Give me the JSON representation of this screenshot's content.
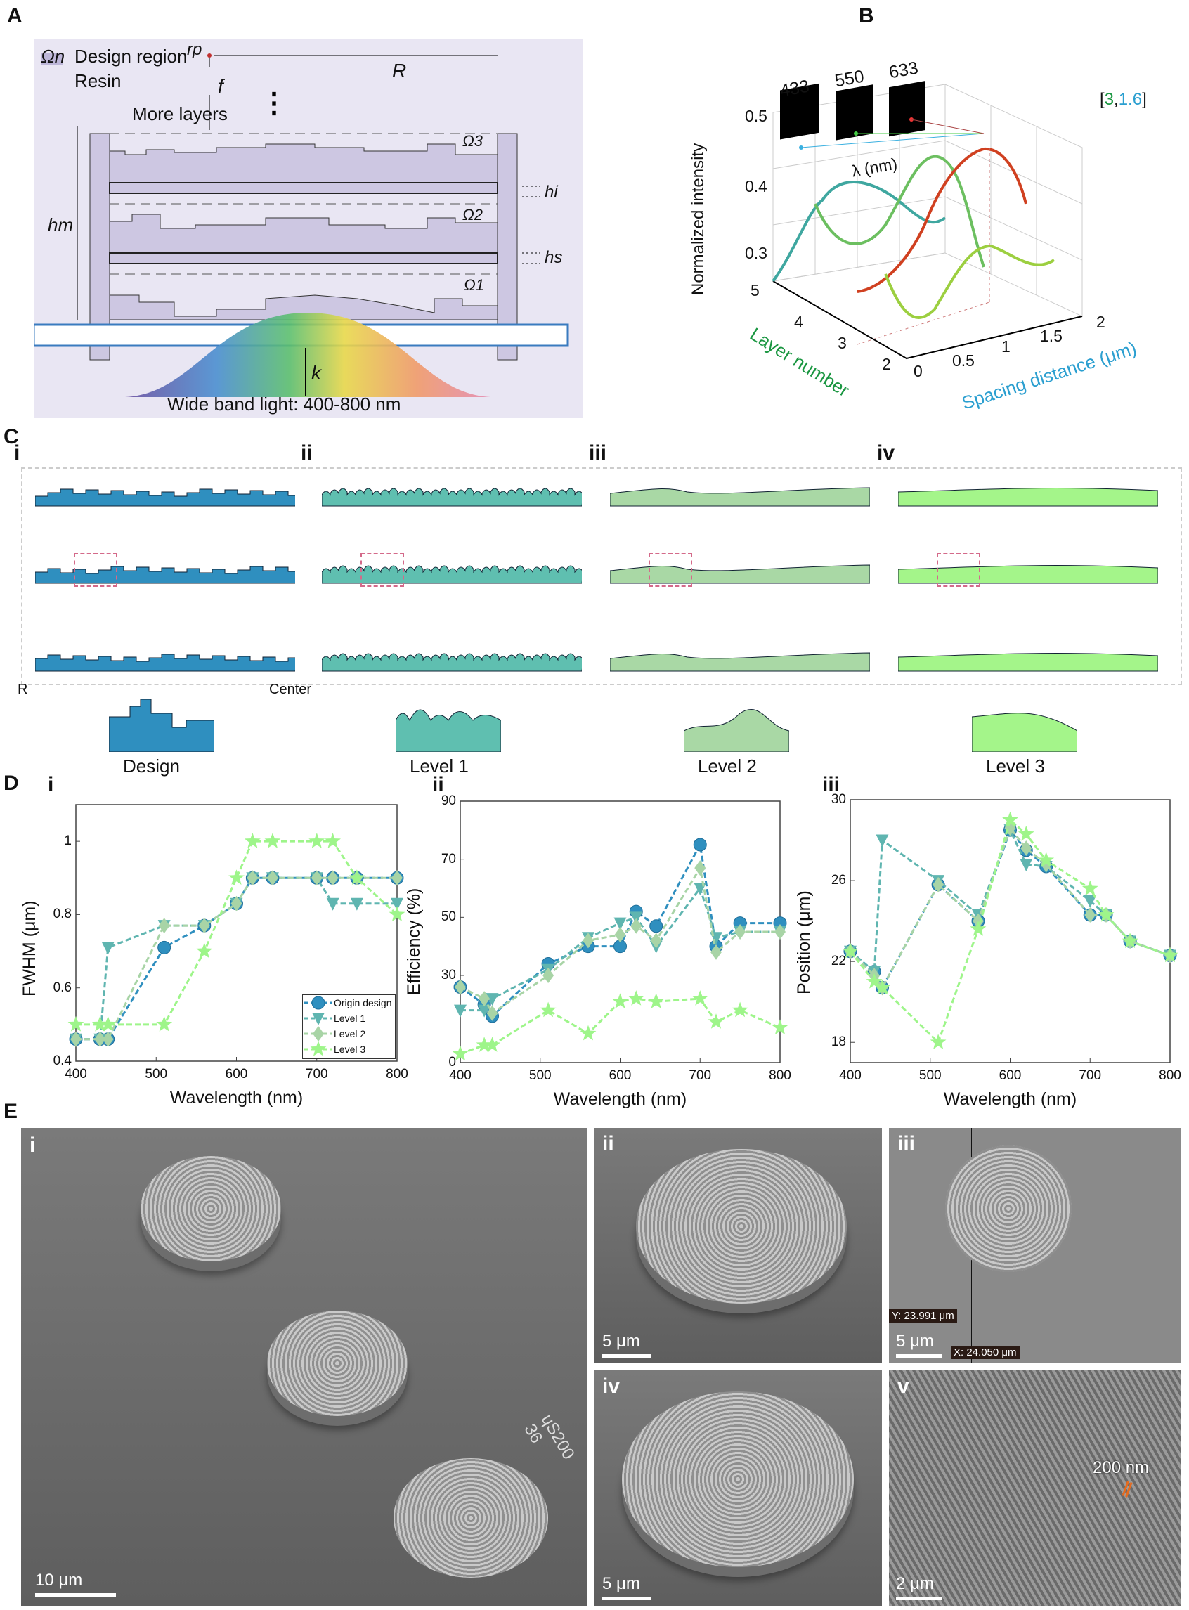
{
  "panels": {
    "A": "A",
    "B": "B",
    "C": "C",
    "D": "D",
    "E": "E"
  },
  "panelA": {
    "omega_n": "Ωn",
    "design_region": "Design region",
    "resin": "Resin",
    "more_layers": "More layers",
    "rp": "rp",
    "R": "R",
    "f": "f",
    "hm": "hm",
    "hi": "hi",
    "hs": "hs",
    "omega3": "Ω3",
    "omega2": "Ω2",
    "omega1": "Ω1",
    "k": "k",
    "light": "Wide band light: 400-800 nm"
  },
  "panelB": {
    "ylabel": "Normalized intensity",
    "yticks": [
      "0.5",
      "0.4",
      "0.3"
    ],
    "layer_label": "Layer number",
    "layer_ticks": [
      "5",
      "4",
      "3",
      "2"
    ],
    "spacing_label": "Spacing distance (μm)",
    "spacing_ticks": [
      "0",
      "0.5",
      "1",
      "1.5",
      "2"
    ],
    "wavelengths": [
      "433",
      "550",
      "633"
    ],
    "lambda_label": "λ (nm)",
    "optimum": {
      "open": "[",
      "layer": "3",
      "sep": ",",
      "spacing": "1.6",
      "close": "]"
    },
    "colors": {
      "layer": "#1a9641",
      "spacing": "#2b9fd0"
    }
  },
  "panelC": {
    "subs": [
      "i",
      "ii",
      "iii",
      "iv"
    ],
    "R": "R",
    "center": "Center",
    "legend": [
      "Design",
      "Level 1",
      "Level 2",
      "Level 3"
    ],
    "colors": [
      "#2f8fbf",
      "#5fbfb0",
      "#a9d8a5",
      "#a4f58a"
    ]
  },
  "panelD": {
    "subs": [
      "i",
      "ii",
      "iii"
    ]
  },
  "chart_data": [
    {
      "type": "line",
      "title": "",
      "xlabel": "Wavelength (nm)",
      "ylabel": "FWHM (μm)",
      "xlim": [
        400,
        800
      ],
      "ylim": [
        0.4,
        1.1
      ],
      "xticks": [
        "400",
        "500",
        "600",
        "700",
        "800"
      ],
      "yticks": [
        "0.4",
        "0.6",
        "0.8",
        "1"
      ],
      "x": [
        400,
        430,
        440,
        510,
        560,
        600,
        620,
        645,
        700,
        720,
        750,
        800
      ],
      "legend": "bottom-right",
      "series": [
        {
          "name": "Origin design",
          "marker": "circle",
          "color": "#2f8fbf",
          "values": [
            0.46,
            0.46,
            0.46,
            0.71,
            0.77,
            0.83,
            0.9,
            0.9,
            0.9,
            0.9,
            0.9,
            0.9
          ]
        },
        {
          "name": "Level 1",
          "marker": "triangle",
          "color": "#5fb5b0",
          "values": [
            0.46,
            0.46,
            0.71,
            0.77,
            0.77,
            0.83,
            0.9,
            0.9,
            0.9,
            0.83,
            0.83,
            0.83
          ]
        },
        {
          "name": "Level 2",
          "marker": "diamond",
          "color": "#a8d4a6",
          "values": [
            0.46,
            0.46,
            0.46,
            0.77,
            0.77,
            0.83,
            0.9,
            0.9,
            0.9,
            0.9,
            0.9,
            0.9
          ]
        },
        {
          "name": "Level 3",
          "marker": "star",
          "color": "#9ef58a",
          "values": [
            0.5,
            0.5,
            0.5,
            0.5,
            0.7,
            0.9,
            1.0,
            1.0,
            1.0,
            1.0,
            0.9,
            0.8
          ]
        }
      ]
    },
    {
      "type": "line",
      "title": "",
      "xlabel": "Wavelength (nm)",
      "ylabel": "Efficiency (%)",
      "xlim": [
        400,
        800
      ],
      "ylim": [
        0,
        90
      ],
      "xticks": [
        "400",
        "500",
        "600",
        "700",
        "800"
      ],
      "yticks": [
        "0",
        "30",
        "50",
        "70",
        "90"
      ],
      "x": [
        400,
        430,
        440,
        510,
        560,
        600,
        620,
        645,
        700,
        720,
        750,
        800
      ],
      "series": [
        {
          "name": "Origin design",
          "marker": "circle",
          "color": "#2f8fbf",
          "values": [
            26,
            20,
            16,
            34,
            40,
            40,
            52,
            47,
            75,
            40,
            48,
            48
          ]
        },
        {
          "name": "Level 1",
          "marker": "triangle",
          "color": "#5fb5b0",
          "values": [
            18,
            18,
            22,
            32,
            43,
            48,
            50,
            40,
            60,
            43,
            45,
            45
          ]
        },
        {
          "name": "Level 2",
          "marker": "diamond",
          "color": "#a8d4a6",
          "values": [
            26,
            22,
            17,
            30,
            42,
            44,
            47,
            42,
            67,
            38,
            45,
            45
          ]
        },
        {
          "name": "Level 3",
          "marker": "star",
          "color": "#9ef58a",
          "values": [
            3,
            6,
            6,
            18,
            10,
            21,
            22,
            21,
            22,
            14,
            18,
            12
          ]
        }
      ]
    },
    {
      "type": "line",
      "title": "",
      "xlabel": "Wavelength (nm)",
      "ylabel": "Position (μm)",
      "xlim": [
        400,
        800
      ],
      "ylim": [
        17,
        30
      ],
      "xticks": [
        "400",
        "500",
        "600",
        "700",
        "800"
      ],
      "yticks": [
        "18",
        "22",
        "26",
        "30"
      ],
      "x": [
        400,
        430,
        440,
        510,
        560,
        600,
        620,
        645,
        700,
        720,
        750,
        800
      ],
      "series": [
        {
          "name": "Origin design",
          "marker": "circle",
          "color": "#2f8fbf",
          "values": [
            22.5,
            21.5,
            20.7,
            25.8,
            24,
            28.5,
            27.5,
            26.7,
            24.3,
            24.3,
            23,
            22.3
          ]
        },
        {
          "name": "Level 1",
          "marker": "triangle",
          "color": "#5fb5b0",
          "values": [
            22.5,
            21.5,
            28,
            26,
            24.3,
            28.5,
            26.8,
            26.7,
            25,
            24.3,
            23,
            22.3
          ]
        },
        {
          "name": "Level 2",
          "marker": "diamond",
          "color": "#a8d4a6",
          "values": [
            22.5,
            21.3,
            20.7,
            25.8,
            24,
            28.6,
            27.6,
            26.8,
            24.3,
            24.3,
            23,
            22.3
          ]
        },
        {
          "name": "Level 3",
          "marker": "star",
          "color": "#9ef58a",
          "values": [
            22.5,
            21,
            20.7,
            18,
            23.6,
            29,
            28.3,
            27,
            25.6,
            24.3,
            23,
            22.3
          ]
        }
      ]
    }
  ],
  "panelE": {
    "subs": [
      "i",
      "ii",
      "iii",
      "iv",
      "v"
    ],
    "scales": [
      "10 μm",
      "5 μm",
      "5 μm",
      "5 μm",
      "2 μm"
    ],
    "y_readout": "Y: 23.991 μm",
    "x_readout": "X: 24.050 μm",
    "feature": "200 nm",
    "engraving": "ɥS200 36"
  }
}
